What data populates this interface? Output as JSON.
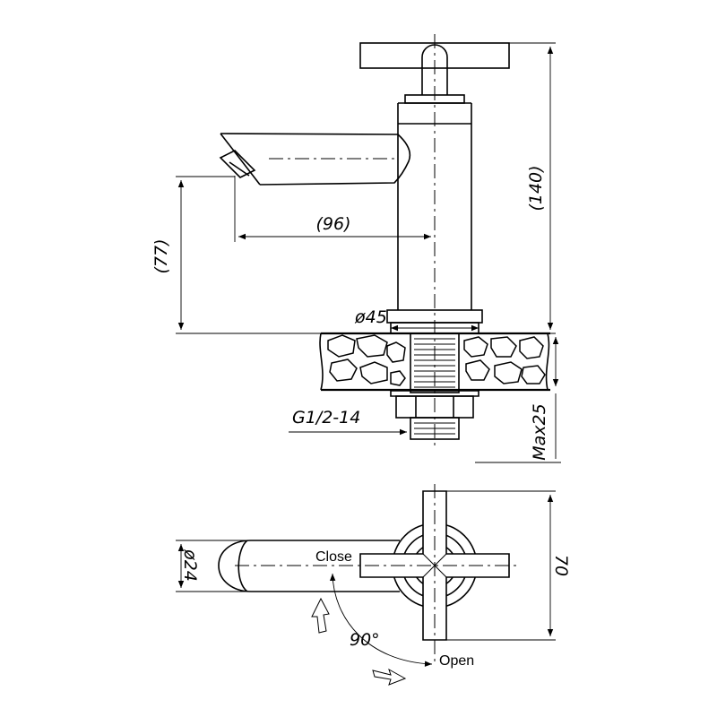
{
  "dimensions": {
    "spout_reach": "(96)",
    "spout_height": "(77)",
    "total_height": "(140)",
    "base_diameter": "ø45",
    "thread": "G1/2-14",
    "max_thickness": "Max25",
    "spout_diameter": "ø24",
    "top_width": "70"
  },
  "labels": {
    "close": "Close",
    "open": "Open",
    "angle": "90°"
  }
}
